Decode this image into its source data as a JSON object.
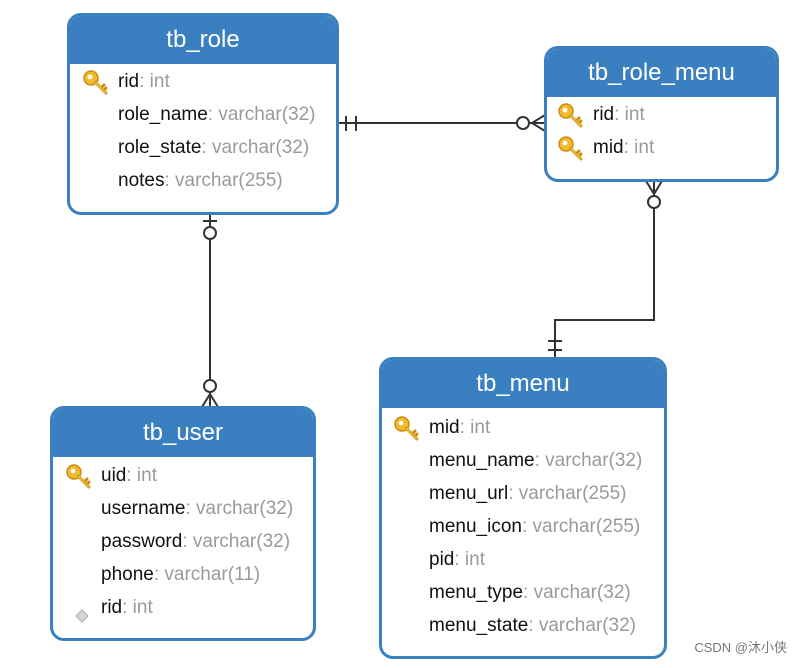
{
  "colors": {
    "header": "#3a80c0",
    "type_text": "#9a9a9a",
    "key_icon": "#f2bb2c",
    "line": "#333333"
  },
  "tables": {
    "tb_role": {
      "title": "tb_role",
      "fields": [
        {
          "name": "rid",
          "type": ": int",
          "icon": "primary-key-icon"
        },
        {
          "name": "role_name",
          "type": ": varchar(32)"
        },
        {
          "name": "role_state",
          "type": ": varchar(32)"
        },
        {
          "name": "notes",
          "type": ": varchar(255)"
        }
      ]
    },
    "tb_role_menu": {
      "title": "tb_role_menu",
      "fields": [
        {
          "name": "rid",
          "type": ": int",
          "icon": "primary-key-icon"
        },
        {
          "name": "mid",
          "type": ": int",
          "icon": "primary-key-icon"
        }
      ]
    },
    "tb_user": {
      "title": "tb_user",
      "fields": [
        {
          "name": "uid",
          "type": ": int",
          "icon": "primary-key-icon"
        },
        {
          "name": "username",
          "type": ": varchar(32)"
        },
        {
          "name": "password",
          "type": ": varchar(32)"
        },
        {
          "name": "phone",
          "type": ": varchar(11)"
        },
        {
          "name": "rid",
          "type": ": int",
          "icon": "foreign-key-icon"
        }
      ]
    },
    "tb_menu": {
      "title": "tb_menu",
      "fields": [
        {
          "name": "mid",
          "type": ": int",
          "icon": "primary-key-icon"
        },
        {
          "name": "menu_name",
          "type": ": varchar(32)"
        },
        {
          "name": "menu_url",
          "type": ": varchar(255)"
        },
        {
          "name": "menu_icon",
          "type": ": varchar(255)"
        },
        {
          "name": "pid",
          "type": ": int"
        },
        {
          "name": "menu_type",
          "type": ": varchar(32)"
        },
        {
          "name": "menu_state",
          "type": ": varchar(32)"
        }
      ]
    }
  },
  "relationships": [
    {
      "from": "tb_role",
      "to": "tb_role_menu",
      "from_end": "one-and-only-one",
      "to_end": "zero-or-many"
    },
    {
      "from": "tb_role",
      "to": "tb_user",
      "from_end": "zero-or-one",
      "to_end": "zero-or-many"
    },
    {
      "from": "tb_menu",
      "to": "tb_role_menu",
      "from_end": "one-and-only-one",
      "to_end": "zero-or-many"
    }
  ],
  "watermark": "CSDN @沐小侠"
}
